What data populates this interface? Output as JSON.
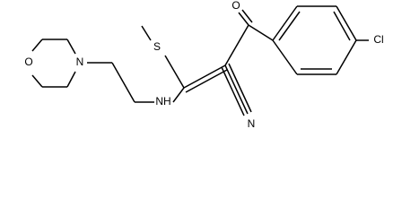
{
  "molecule": {
    "atoms": {
      "morpholine_o": "O",
      "morpholine_n": "N",
      "amine_nh": "NH",
      "thioether_s": "S",
      "ketone_o": "O",
      "chlorine": "Cl",
      "nitrile_n": "N"
    },
    "colors": {
      "bond": "#000000",
      "label": "#000000",
      "background": "#ffffff"
    }
  }
}
